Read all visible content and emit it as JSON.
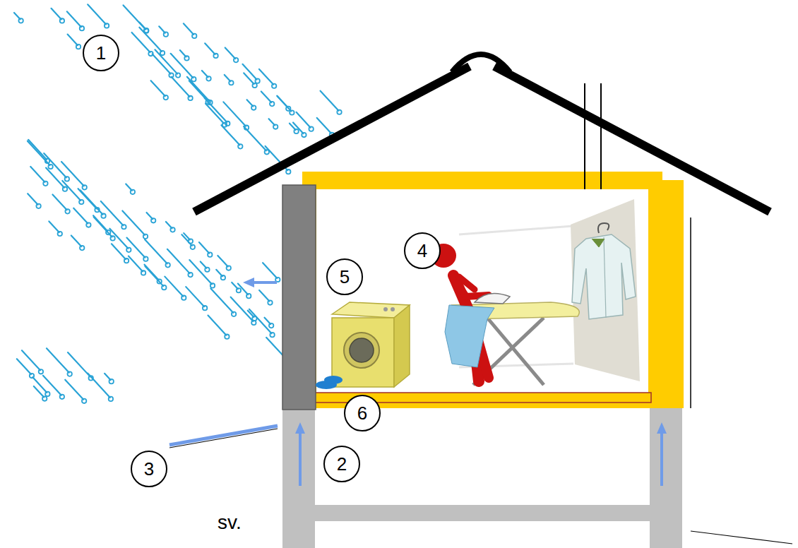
{
  "diagram": {
    "nodes": [
      {
        "text": [
          "1"
        ]
      },
      {
        "text": [
          "4"
        ]
      },
      {
        "text": [
          "5"
        ]
      },
      {
        "text": [
          "6"
        ]
      },
      {
        "text": [
          "3"
        ]
      },
      {
        "text": [
          "2"
        ]
      }
    ],
    "labels": [
      "sv."
    ]
  }
}
